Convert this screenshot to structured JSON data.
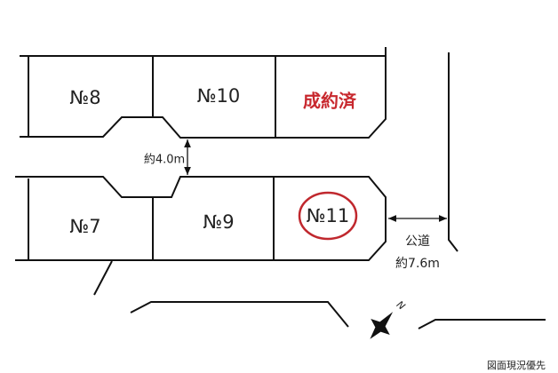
{
  "lots": [
    {
      "id": "no8",
      "label": "№8"
    },
    {
      "id": "no10",
      "label": "№10"
    },
    {
      "id": "sold",
      "label": "成約済"
    },
    {
      "id": "no7",
      "label": "№7"
    },
    {
      "id": "no9",
      "label": "№9"
    },
    {
      "id": "no11",
      "label": "№11"
    }
  ],
  "private_road_width": "約4.0m",
  "public_road": {
    "label": "公道",
    "width": "約7.6m"
  },
  "compass_label": "N",
  "footer_note": "図面現況優先",
  "colors": {
    "sold": "#c8282e",
    "highlight": "#c0282e",
    "line": "#111111"
  }
}
